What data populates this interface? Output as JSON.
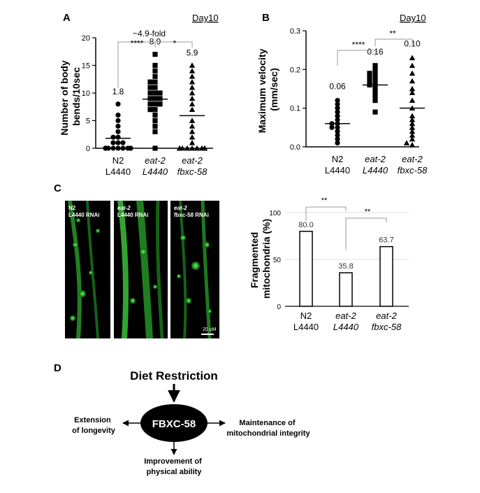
{
  "panel_a": {
    "letter": "A",
    "day": "Day10",
    "ylabel_line1": "Number of body",
    "ylabel_line2": "bends/10sec",
    "fold_text": "~4.9-fold",
    "sig_left": "****",
    "sig_right": "*",
    "groups": [
      {
        "line1": "N2",
        "line2": "L4440",
        "italic": false,
        "label": "1.8"
      },
      {
        "line1": "eat-2",
        "line2": "L4440",
        "italic": true,
        "label": "8.9"
      },
      {
        "line1": "eat-2",
        "line2": "fbxc-58",
        "italic": true,
        "label": "5.9"
      }
    ]
  },
  "panel_b": {
    "letter": "B",
    "day": "Day10",
    "ylabel_line1": "Maximum velocity",
    "ylabel_line2": "(mm/sec)",
    "sig_left": "****",
    "sig_right": "**",
    "groups": [
      {
        "line1": "N2",
        "line2": "L4440",
        "italic": false,
        "label": "0.06"
      },
      {
        "line1": "eat-2",
        "line2": "L4440",
        "italic": true,
        "label": "0.16"
      },
      {
        "line1": "eat-2",
        "line2": "fbxc-58",
        "italic": true,
        "label": "0.10"
      }
    ]
  },
  "panel_c": {
    "letter": "C",
    "images": [
      {
        "line1": "N2",
        "line2": "L4440 RNAi",
        "italic_line1": false
      },
      {
        "line1": "eat-2",
        "line2": "L4440 RNAi",
        "italic_line1": true
      },
      {
        "line1": "eat-2",
        "line2": "fbxc-58 RNAi",
        "italic_line1": true
      }
    ],
    "scale_bar": "20 uM",
    "ylabel_line1": "Fragmented",
    "ylabel_line2": "mitochondria (%)",
    "sig_left": "**",
    "sig_right": "**",
    "groups": [
      {
        "line1": "N2",
        "line2": "L4440",
        "italic": false,
        "label": "80.0"
      },
      {
        "line1": "eat-2",
        "line2": "L4440",
        "italic": true,
        "label": "35.8"
      },
      {
        "line1": "eat-2",
        "line2": "fbxc-58",
        "italic": true,
        "label": "63.7"
      }
    ]
  },
  "panel_d": {
    "letter": "D",
    "top": "Diet Restriction",
    "center": "FBXC-58",
    "left_line1": "Extension",
    "left_line2": "of longevity",
    "right_line1": "Maintenance of",
    "right_line2": "mitochondrial integrity",
    "bottom_line1": "Improvement of",
    "bottom_line2": "physical ability"
  },
  "chart_data": [
    {
      "type": "scatter",
      "title": "Day10",
      "ylabel": "Number of body bends/10sec",
      "categories": [
        "N2 L4440",
        "eat-2 L4440",
        "eat-2 fbxc-58"
      ],
      "ylim": [
        0,
        20
      ],
      "yticks": [
        0,
        5,
        10,
        15,
        20
      ],
      "means": [
        1.8,
        8.9,
        5.9
      ],
      "series": [
        {
          "values": [
            0,
            0,
            0,
            0,
            0,
            0,
            0,
            0,
            0,
            0,
            0,
            1,
            1,
            1,
            2,
            2,
            3,
            4,
            5,
            6,
            8
          ]
        },
        {
          "values": [
            0,
            3,
            4,
            5,
            6,
            7,
            7,
            8,
            8,
            8,
            9,
            9,
            9,
            10,
            10,
            10,
            11,
            11,
            12,
            12,
            13,
            14,
            15,
            17
          ]
        },
        {
          "values": [
            0,
            0,
            0,
            0,
            0,
            0,
            0,
            0,
            0,
            1,
            2,
            3,
            4,
            5,
            7,
            8,
            9,
            10,
            11,
            12,
            13,
            14,
            15
          ]
        }
      ]
    },
    {
      "type": "scatter",
      "title": "Day10",
      "ylabel": "Maximum velocity (mm/sec)",
      "categories": [
        "N2 L4440",
        "eat-2 L4440",
        "eat-2 fbxc-58"
      ],
      "ylim": [
        0,
        0.3
      ],
      "yticks": [
        0.0,
        0.1,
        0.2,
        0.3
      ],
      "means": [
        0.06,
        0.16,
        0.1
      ],
      "series": [
        {
          "values": [
            0.01,
            0.02,
            0.03,
            0.04,
            0.05,
            0.05,
            0.06,
            0.06,
            0.07,
            0.08,
            0.09,
            0.1,
            0.11,
            0.12
          ]
        },
        {
          "values": [
            0.09,
            0.12,
            0.13,
            0.14,
            0.15,
            0.16,
            0.16,
            0.17,
            0.17,
            0.18,
            0.18,
            0.19,
            0.19,
            0.2,
            0.21
          ]
        },
        {
          "values": [
            0.005,
            0.01,
            0.02,
            0.03,
            0.04,
            0.05,
            0.06,
            0.07,
            0.08,
            0.1,
            0.12,
            0.14,
            0.15,
            0.17,
            0.19,
            0.21,
            0.23
          ]
        }
      ]
    },
    {
      "type": "bar",
      "ylabel": "Fragmented mitochondria (%)",
      "categories": [
        "N2 L4440",
        "eat-2 L4440",
        "eat-2 fbxc-58"
      ],
      "values": [
        80.0,
        35.8,
        63.7
      ],
      "ylim": [
        0,
        100
      ],
      "yticks": [
        0,
        50,
        100
      ]
    }
  ]
}
